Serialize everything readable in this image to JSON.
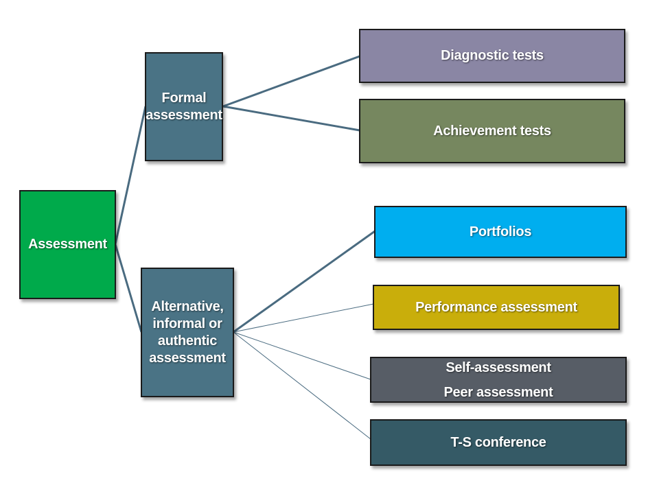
{
  "colors": {
    "root": "#00AA4B",
    "branch": "#4A7385",
    "diagnostic": "#8A86A4",
    "achievement": "#76875F",
    "portfolios": "#00AEEF",
    "performance": "#C9AE0B",
    "self_peer": "#575D66",
    "conference": "#355A66",
    "connector": "#4A6B80"
  },
  "nodes": {
    "root": {
      "label": "Assessment"
    },
    "formal": {
      "lines": [
        "Formal",
        "assessment"
      ]
    },
    "alternative": {
      "lines": [
        "Alternative,",
        "informal or",
        "authentic",
        "assessment"
      ]
    },
    "diagnostic": {
      "label": "Diagnostic tests"
    },
    "achievement": {
      "label": "Achievement tests"
    },
    "portfolios": {
      "label": "Portfolios"
    },
    "performance": {
      "label": "Performance assessment"
    },
    "self_peer": {
      "lines": [
        "Self-assessment",
        "Peer assessment"
      ]
    },
    "conference": {
      "label": "T-S conference"
    }
  }
}
